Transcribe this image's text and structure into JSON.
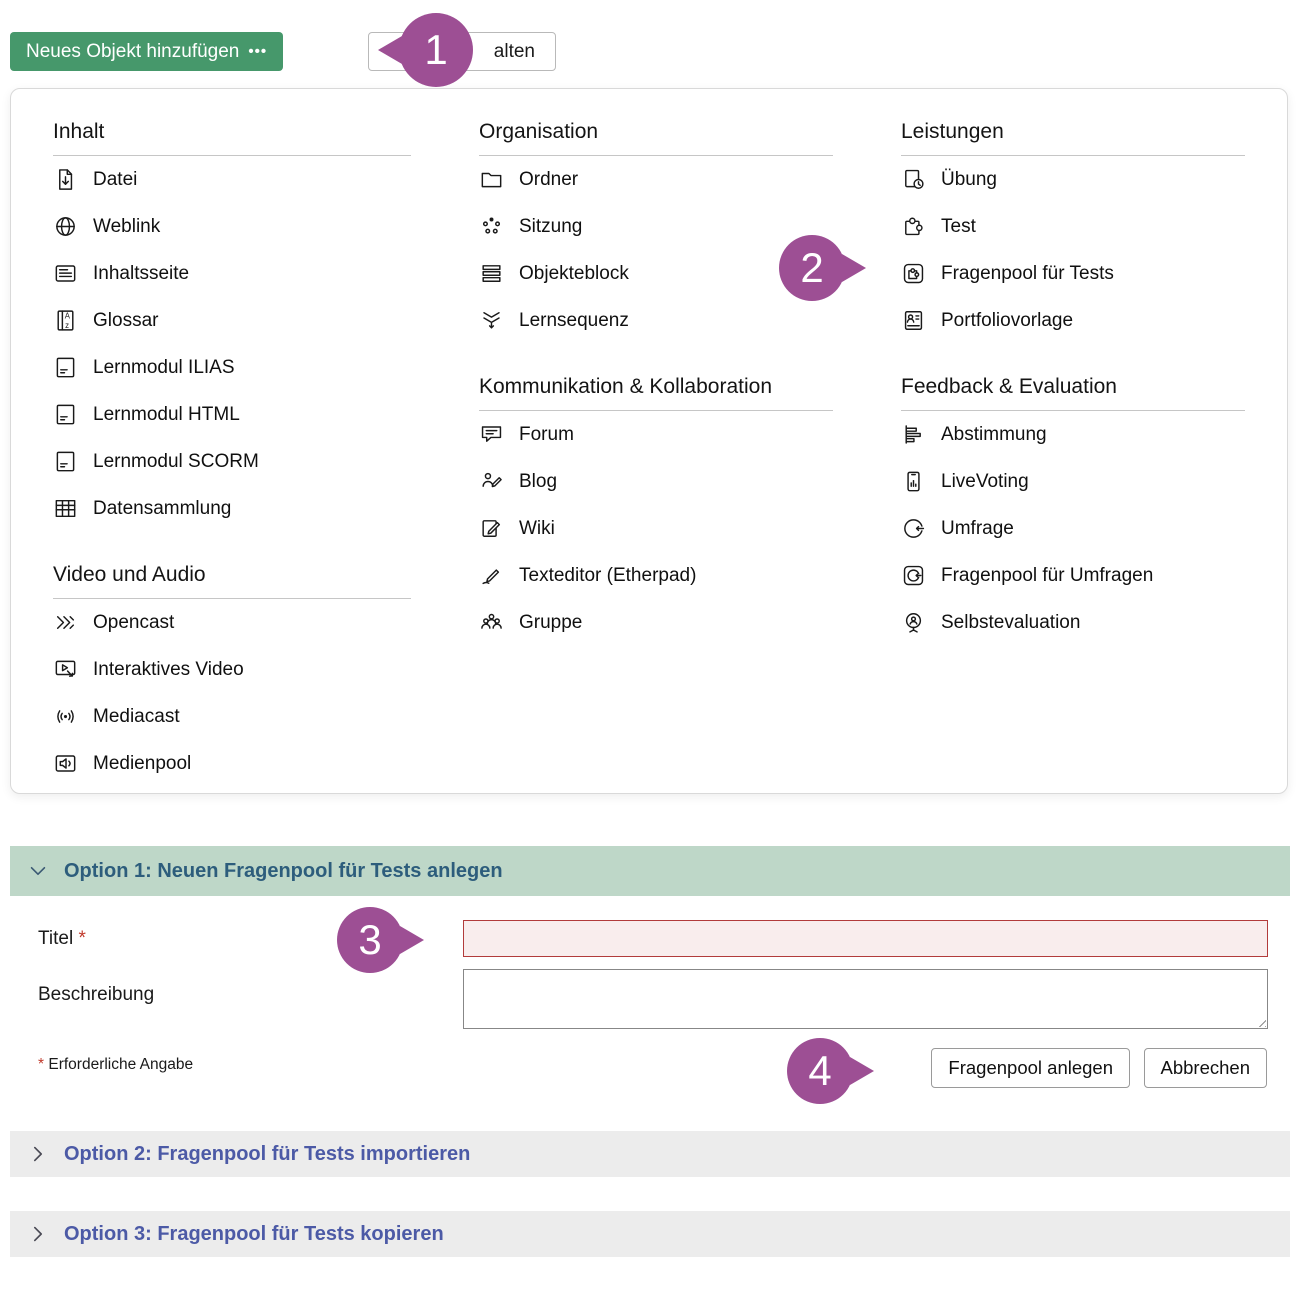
{
  "toolbar": {
    "add_button_label": "Neues Objekt hinzufügen",
    "add_button_caret": "•••",
    "partial_button_label": "alten"
  },
  "callouts": [
    {
      "number": "1"
    },
    {
      "number": "2"
    },
    {
      "number": "3"
    },
    {
      "number": "4"
    }
  ],
  "menu": {
    "columns": [
      {
        "sections": [
          {
            "title": "Inhalt",
            "items": [
              {
                "icon": "file-icon",
                "label": "Datei"
              },
              {
                "icon": "weblink-globe-icon",
                "label": "Weblink"
              },
              {
                "icon": "content-page-icon",
                "label": "Inhaltsseite"
              },
              {
                "icon": "glossary-icon",
                "label": "Glossar"
              },
              {
                "icon": "learning-module-icon",
                "label": "Lernmodul ILIAS"
              },
              {
                "icon": "learning-module-icon",
                "label": "Lernmodul HTML"
              },
              {
                "icon": "learning-module-icon",
                "label": "Lernmodul SCORM"
              },
              {
                "icon": "data-table-icon",
                "label": "Datensammlung"
              }
            ]
          },
          {
            "title": "Video und Audio",
            "items": [
              {
                "icon": "opencast-icon",
                "label": "Opencast"
              },
              {
                "icon": "interactive-video-icon",
                "label": "Interaktives Video"
              },
              {
                "icon": "mediacast-icon",
                "label": "Mediacast"
              },
              {
                "icon": "media-pool-icon",
                "label": "Medienpool"
              }
            ]
          }
        ]
      },
      {
        "sections": [
          {
            "title": "Organisation",
            "items": [
              {
                "icon": "folder-icon",
                "label": "Ordner"
              },
              {
                "icon": "session-icon",
                "label": "Sitzung"
              },
              {
                "icon": "object-block-icon",
                "label": "Objekteblock"
              },
              {
                "icon": "learning-sequence-icon",
                "label": "Lernsequenz"
              }
            ]
          },
          {
            "title": "Kommunikation & Kollaboration",
            "items": [
              {
                "icon": "forum-icon",
                "label": "Forum"
              },
              {
                "icon": "blog-icon",
                "label": "Blog"
              },
              {
                "icon": "wiki-icon",
                "label": "Wiki"
              },
              {
                "icon": "text-editor-icon",
                "label": "Texteditor (Etherpad)"
              },
              {
                "icon": "group-icon",
                "label": "Gruppe"
              }
            ]
          }
        ]
      },
      {
        "sections": [
          {
            "title": "Leistungen",
            "items": [
              {
                "icon": "exercise-icon",
                "label": "Übung"
              },
              {
                "icon": "test-puzzle-icon",
                "label": "Test"
              },
              {
                "icon": "question-pool-test-icon",
                "label": "Fragenpool für Tests"
              },
              {
                "icon": "portfolio-template-icon",
                "label": "Portfoliovorlage"
              }
            ]
          },
          {
            "title": "Feedback & Evaluation",
            "items": [
              {
                "icon": "poll-icon",
                "label": "Abstimmung"
              },
              {
                "icon": "live-voting-icon",
                "label": "LiveVoting"
              },
              {
                "icon": "survey-icon",
                "label": "Umfrage"
              },
              {
                "icon": "question-pool-survey-icon",
                "label": "Fragenpool für Umfragen"
              },
              {
                "icon": "self-evaluation-icon",
                "label": "Selbstevaluation"
              }
            ]
          }
        ]
      }
    ]
  },
  "form": {
    "option1_title": "Option 1: Neuen Fragenpool für Tests anlegen",
    "title_label": "Titel",
    "required_mark": "*",
    "title_value": "",
    "description_label": "Beschreibung",
    "description_value": "",
    "required_note": "Erforderliche Angabe",
    "submit_label": "Fragenpool anlegen",
    "cancel_label": "Abbrechen",
    "option2_title": "Option 2: Fragenpool für Tests importieren",
    "option3_title": "Option 3: Fragenpool für Tests kopieren"
  },
  "colors": {
    "accent_green": "#46986b",
    "callout_purple": "#9d4f94",
    "option1_bg": "#bed7c8",
    "option1_text": "#2d5d7c",
    "option23_bg": "#ececec",
    "option23_text": "#4c5aa6",
    "required_red": "#c0392b",
    "error_border": "#b23b3b",
    "error_bg": "#f9eded"
  }
}
